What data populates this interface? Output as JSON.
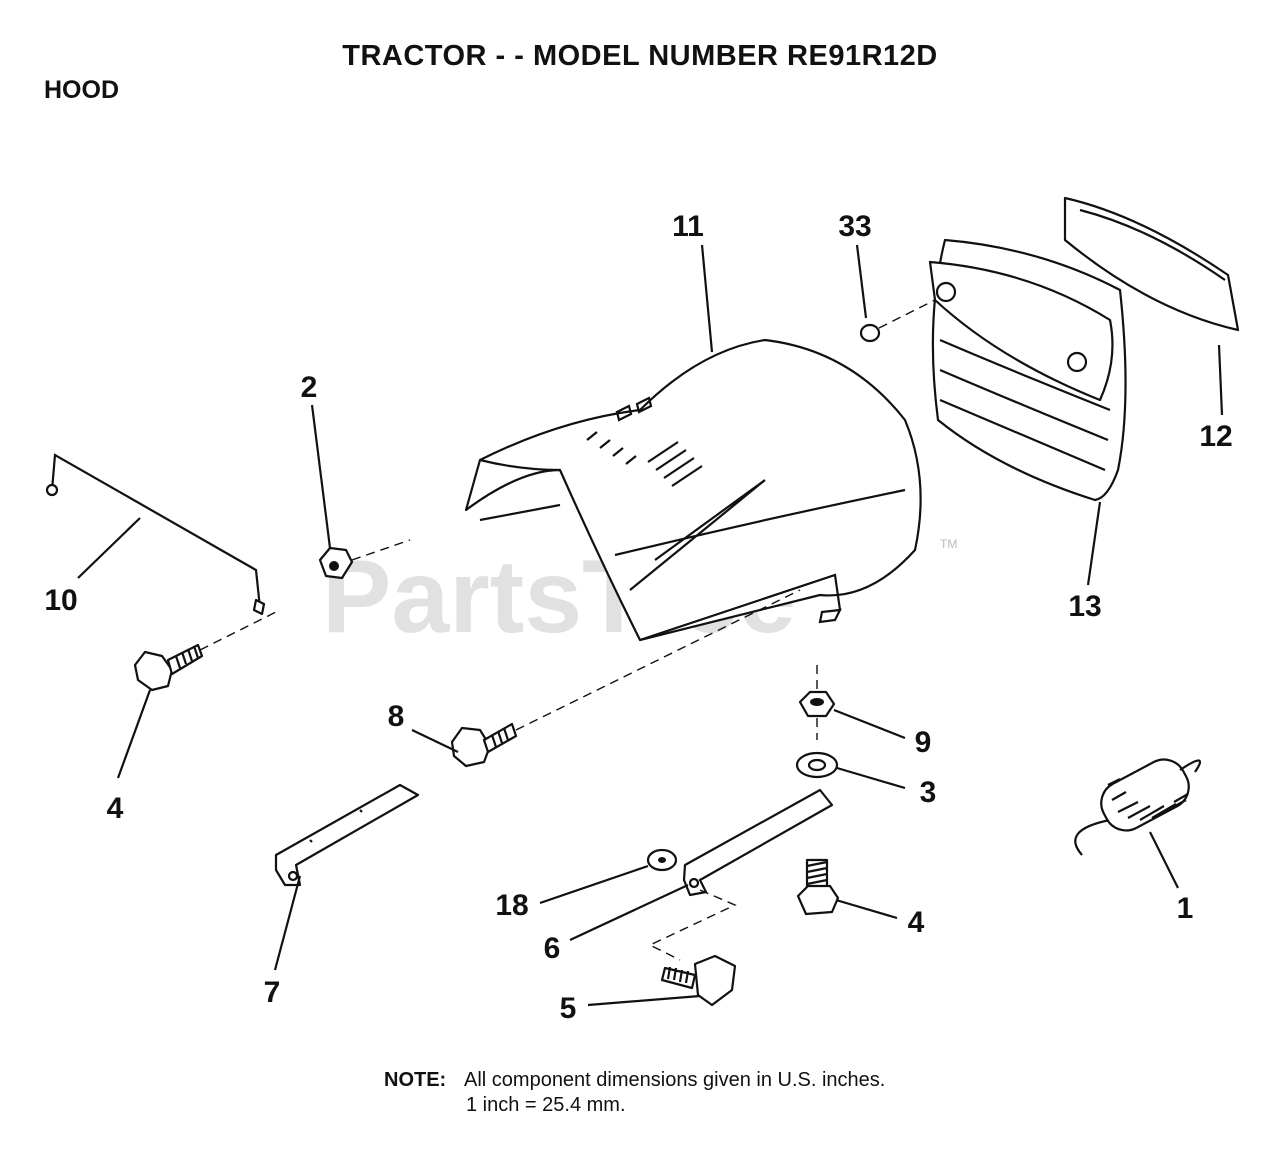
{
  "header": {
    "title": "TRACTOR - - MODEL NUMBER RE91R12D",
    "section": "HOOD"
  },
  "watermark": {
    "text": "PartsTree",
    "trademark": "TM"
  },
  "callouts": {
    "c1": "1",
    "c2": "2",
    "c3": "3",
    "c4a": "4",
    "c4b": "4",
    "c5": "5",
    "c6": "6",
    "c7": "7",
    "c8": "8",
    "c9": "9",
    "c10": "10",
    "c11": "11",
    "c12": "12",
    "c13": "13",
    "c18": "18",
    "c33": "33"
  },
  "note": {
    "label": "NOTE:",
    "line1": "All component dimensions given in U.S. inches.",
    "line2": "1 inch = 25.4 mm."
  }
}
